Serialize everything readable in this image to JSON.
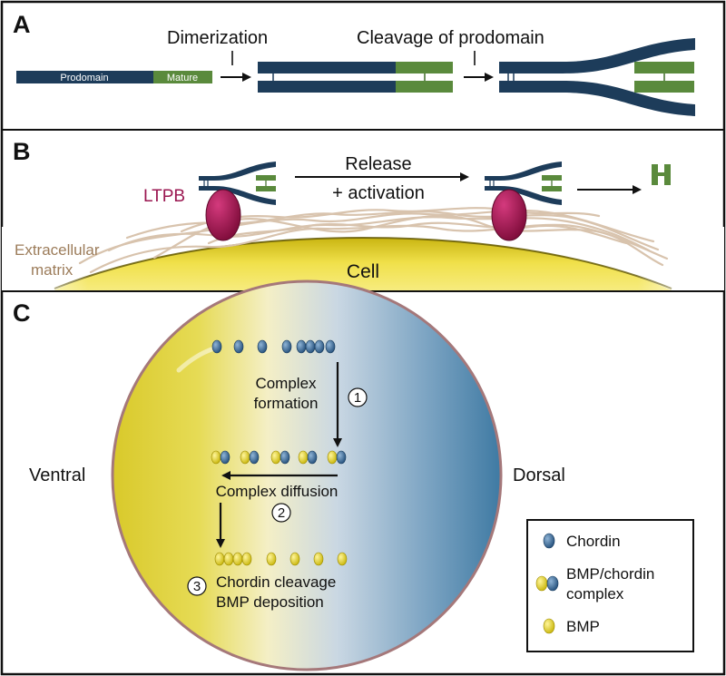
{
  "panels": {
    "a": {
      "letter": "A",
      "prodomain_label": "Prodomain",
      "mature_label": "Mature",
      "step1": "Dimerization",
      "step2": "Cleavage of prodomain"
    },
    "b": {
      "letter": "B",
      "release_line1": "Release",
      "release_line2": "+ activation",
      "ltpb": "LTPB",
      "ecm_line1": "Extracellular",
      "ecm_line2": "matrix",
      "cell": "Cell"
    },
    "c": {
      "letter": "C",
      "ventral": "Ventral",
      "dorsal": "Dorsal",
      "step1_num": "1",
      "step1_line1": "Complex",
      "step1_line2": "formation",
      "step2_num": "2",
      "step2_label": "Complex diffusion",
      "step3_num": "3",
      "step3_line1": "Chordin cleavage",
      "step3_line2": "BMP deposition",
      "legend": {
        "chordin": "Chordin",
        "complex_line1": "BMP/chordin",
        "complex_line2": "complex",
        "bmp": "BMP"
      }
    }
  },
  "colors": {
    "prodomain": "#1d3c5a",
    "mature": "#5a8a3c",
    "ltpb": "#a3124f",
    "cell": "#e8d52a",
    "ecm_text": "#9c7c5a",
    "ventral": "#e3d43a",
    "dorsal": "#4d86ad",
    "chordin": "#2f5d88",
    "bmp": "#e4d21a"
  }
}
